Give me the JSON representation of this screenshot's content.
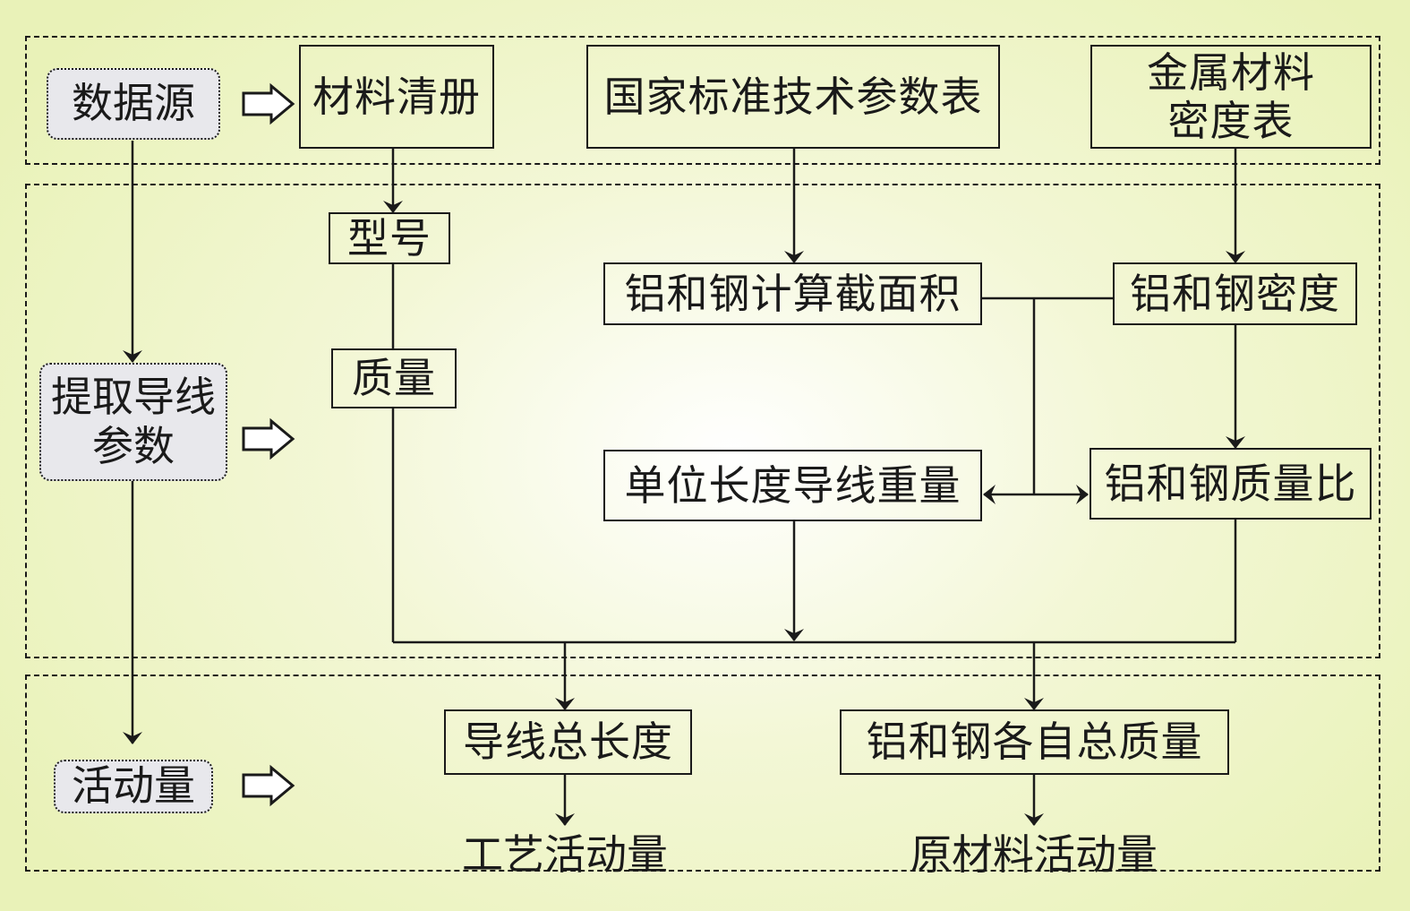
{
  "stages": {
    "source": "数据源",
    "extract": "提取导线\n参数",
    "activity": "活动量"
  },
  "sources": {
    "material_list": "材料清册",
    "national_standard": "国家标准技术参数表",
    "density_table": "金属材料\n密度表"
  },
  "params": {
    "model": "型号",
    "mass": "质量",
    "cross_section": "铝和钢计算截面积",
    "density": "铝和钢密度",
    "unit_weight": "单位长度导线重量",
    "mass_ratio": "铝和钢质量比"
  },
  "results": {
    "total_length": "导线总长度",
    "total_mass": "铝和钢各自总质量",
    "process_activity": "工艺活动量",
    "raw_material_activity": "原材料活动量"
  }
}
